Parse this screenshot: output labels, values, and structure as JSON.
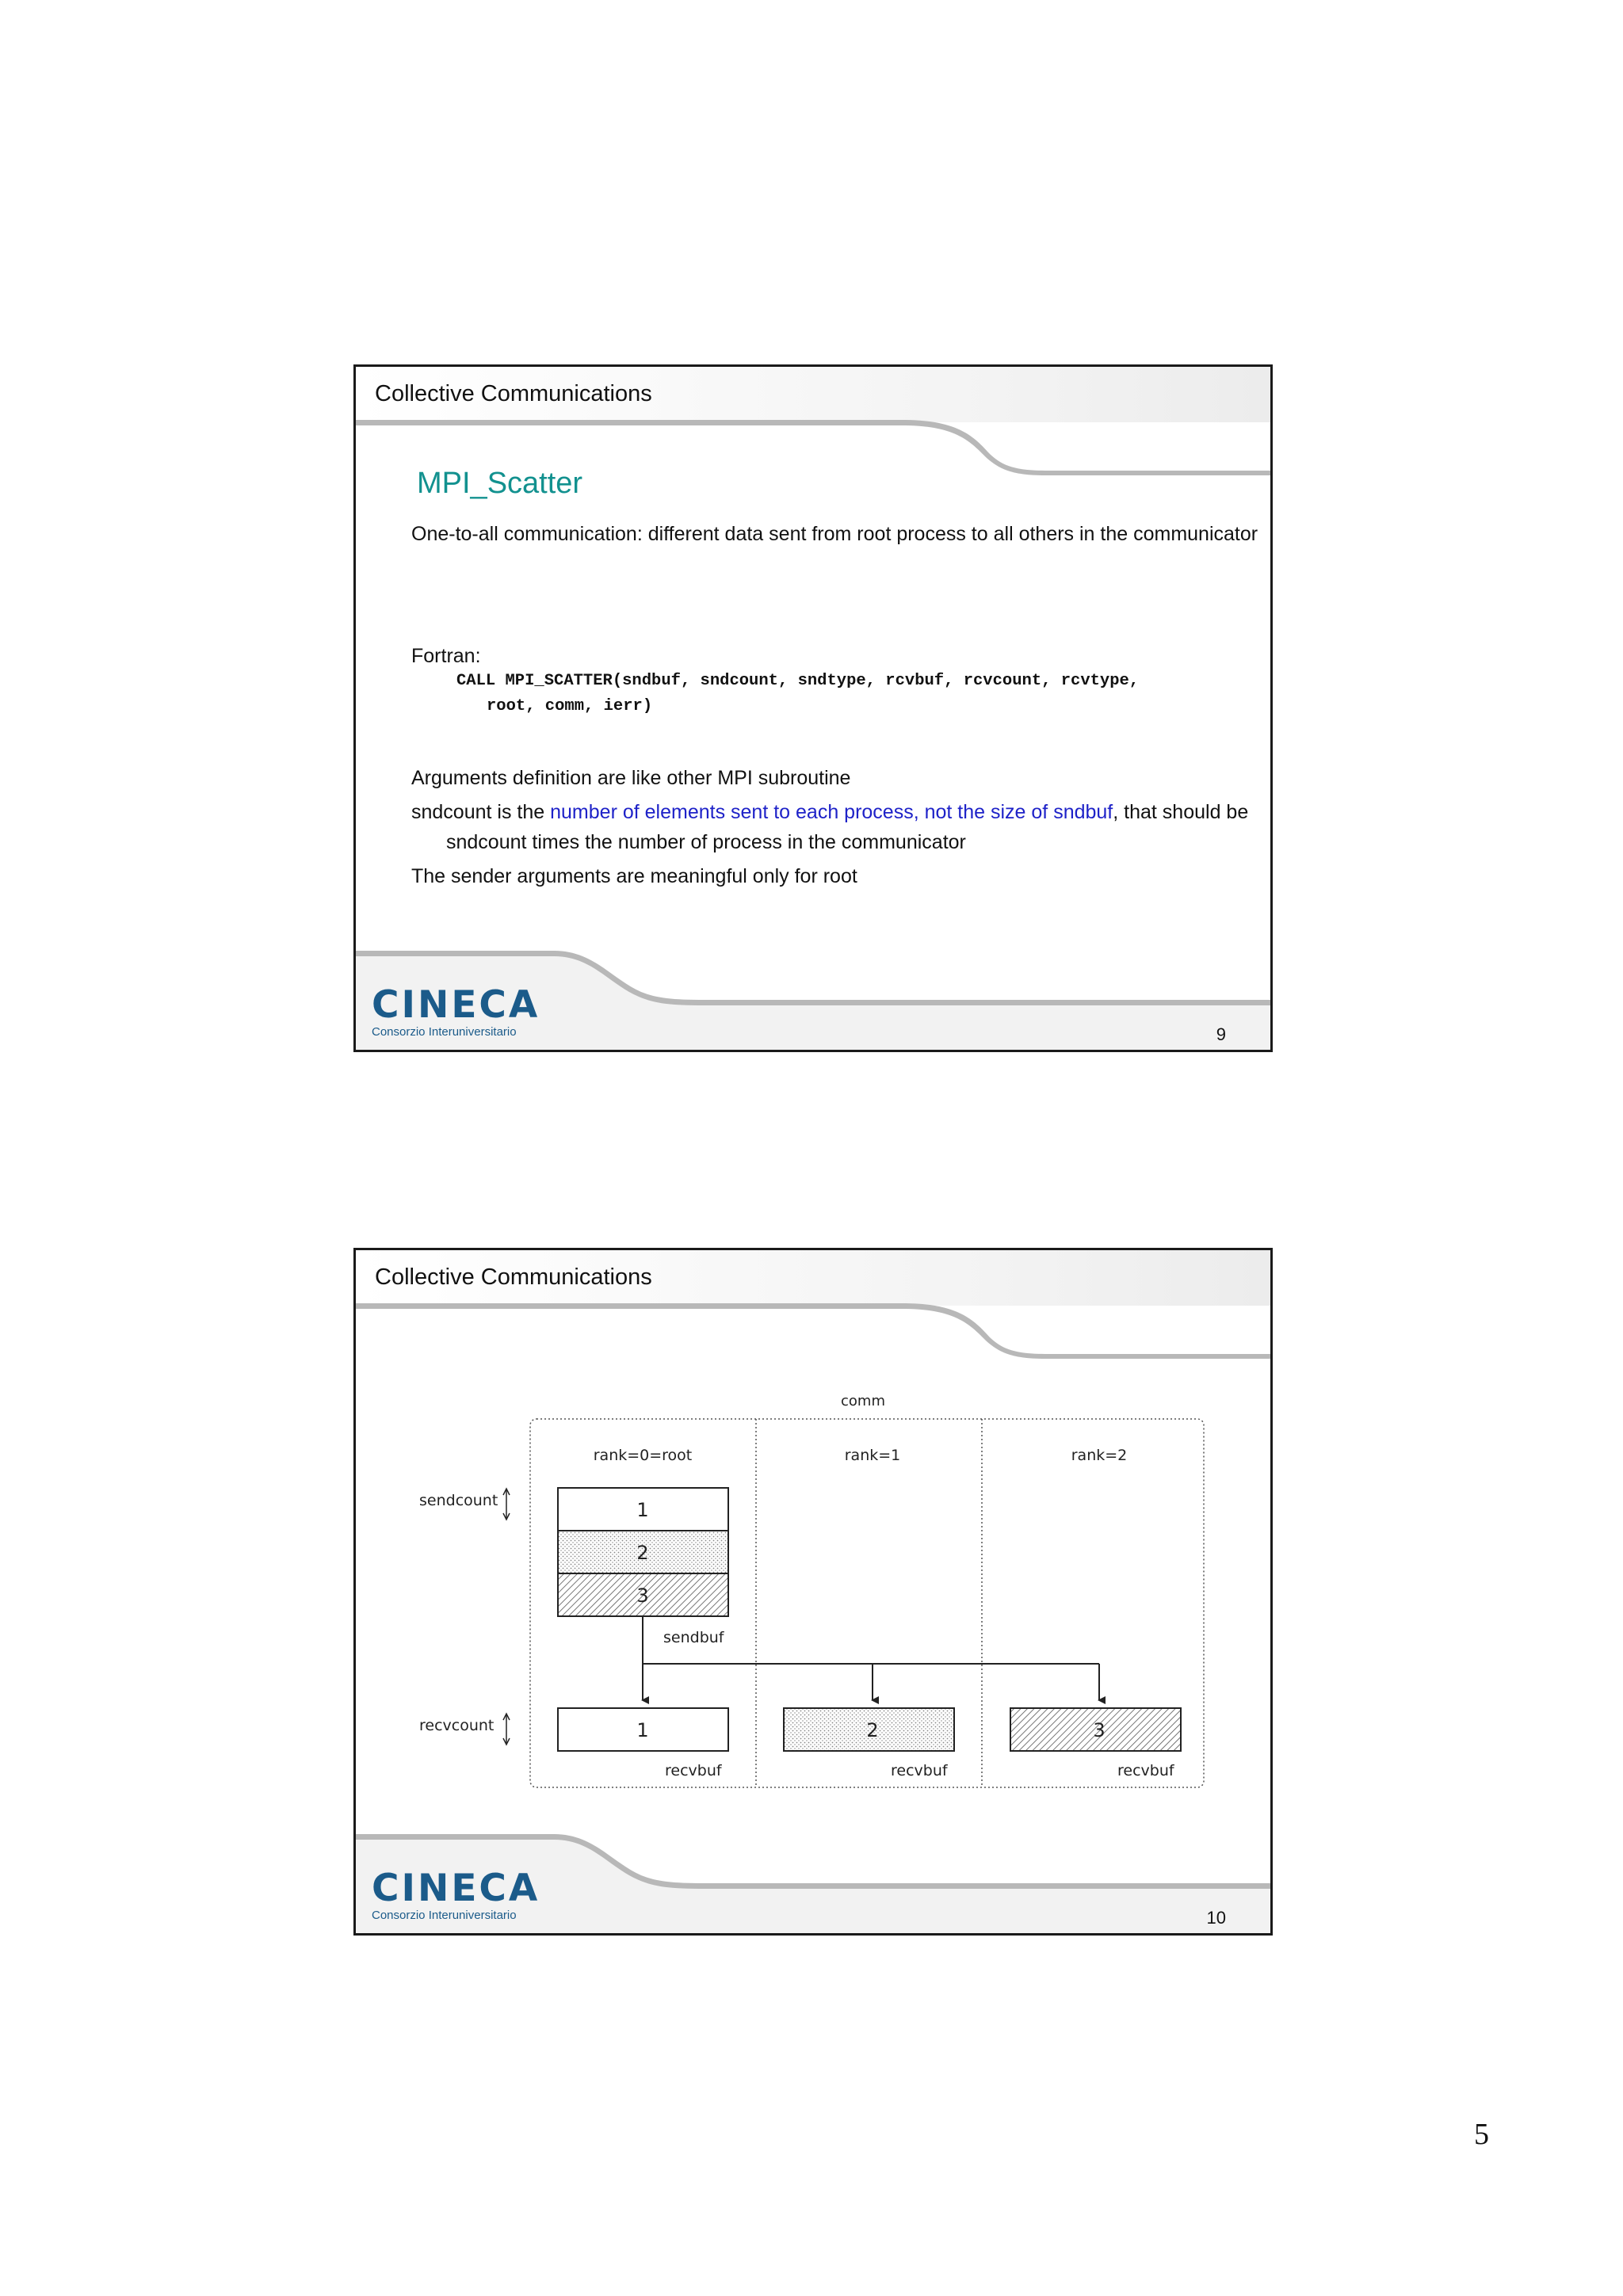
{
  "slide1": {
    "header": "Collective Communications",
    "title": "MPI_Scatter",
    "intro": "One-to-all communication: different data sent from root process to all others in the communicator",
    "fortran_label": "Fortran:",
    "code_line1": "CALL MPI_SCATTER(sndbuf, sndcount, sndtype, rcvbuf, rcvcount, rcvtype,",
    "code_line2": "root, comm, ierr)",
    "args_def": "Arguments definition are like other MPI subroutine",
    "sndcount_pre": "sndcount is the ",
    "sndcount_highlight": "number of elements sent to each process, not the size of sndbuf",
    "sndcount_post": ", that should be sndcount times the number of process in the communicator",
    "sender_note": "The sender arguments are meaningful only for root",
    "logo_text": "CINECA",
    "logo_subtitle": "Consorzio Interuniversitario",
    "page_number": "9"
  },
  "slide2": {
    "header": "Collective Communications",
    "logo_text": "CINECA",
    "logo_subtitle": "Consorzio Interuniversitario",
    "page_number": "10",
    "diagram": {
      "comm_label": "comm",
      "ranks": [
        "rank=0=root",
        "rank=1",
        "rank=2"
      ],
      "sendcount_label": "sendcount",
      "recvcount_label": "recvcount",
      "sendbuf_cells": [
        "1",
        "2",
        "3"
      ],
      "sendbuf_label": "sendbuf",
      "recvbuf_cells": [
        "1",
        "2",
        "3"
      ],
      "recvbuf_label": "recvbuf"
    }
  },
  "document_page_number": "5"
}
